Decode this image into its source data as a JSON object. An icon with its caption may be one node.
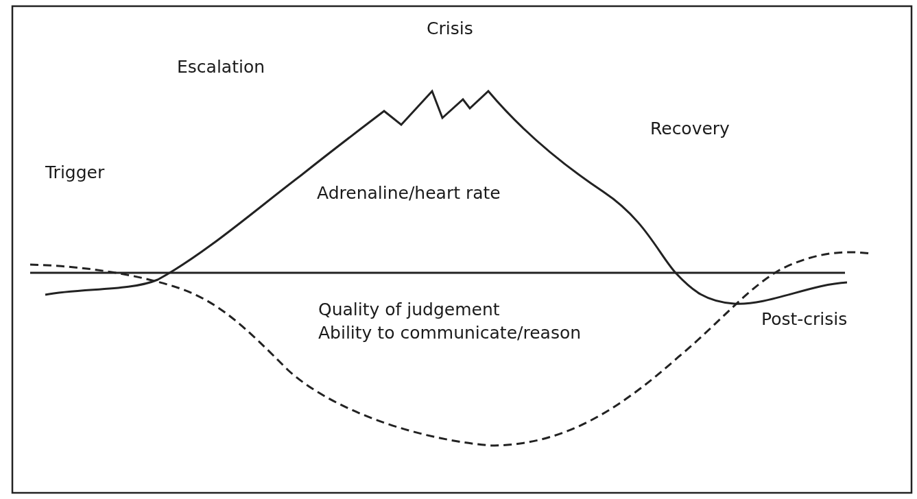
{
  "diagram": {
    "labels": [
      "Crisis",
      "Escalation",
      "Trigger",
      "Recovery",
      "Adrenaline/heart rate",
      "Quality of judgement",
      "Ability to communicate/reason",
      "Post-crisis"
    ]
  }
}
